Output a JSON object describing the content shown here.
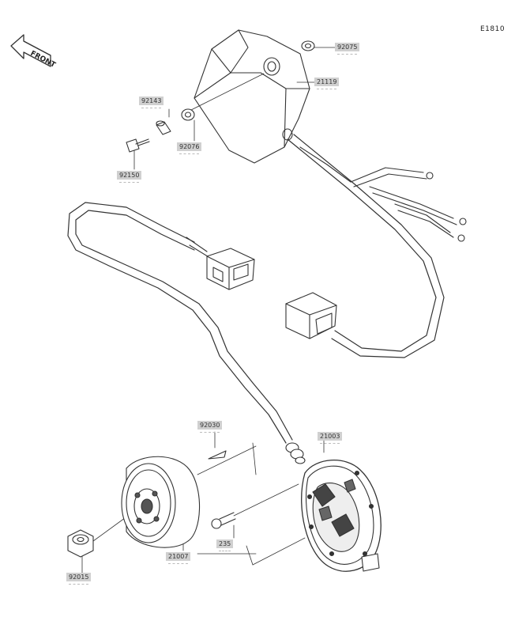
{
  "diagram_code": "E1810",
  "front_label": "FRONT",
  "labels": {
    "p92075": "92075",
    "p21119": "21119",
    "p92143": "92143",
    "p92076": "92076",
    "p92150": "92150",
    "p92030": "92030",
    "p21003": "21003",
    "p21007": "21007",
    "p235": "235",
    "p92015": "92015"
  }
}
